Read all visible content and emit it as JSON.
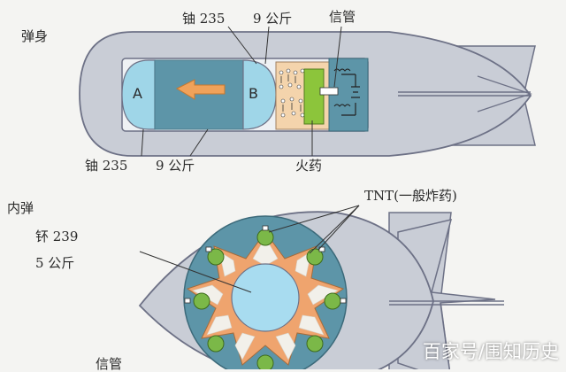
{
  "labels": {
    "bomb_body": "弹身",
    "uranium_top": "铀 235",
    "mass_top": "9 公斤",
    "fuse_top": "信管",
    "uranium_bottom": "铀 235",
    "mass_bottom": "9 公斤",
    "propellant": "火药",
    "part_a": "A",
    "part_b": "B",
    "tnt": "TNT(一般炸药)",
    "inner_bomb": "内弹",
    "plutonium": "钚 239",
    "mass_pu": "5 公斤",
    "fuse_bottom": "信管"
  },
  "watermark": "百家号/围知历史",
  "colors": {
    "casing": "#c9cdd6",
    "outline": "#6d7186",
    "uranium": "#9fd6e8",
    "chamber": "#5d95a8",
    "arrow": "#f0a25a",
    "propellant": "#8cc53b",
    "tnt_ring": "#efa46e",
    "core": "#a8dcf0",
    "detonator": "#7bb848"
  }
}
